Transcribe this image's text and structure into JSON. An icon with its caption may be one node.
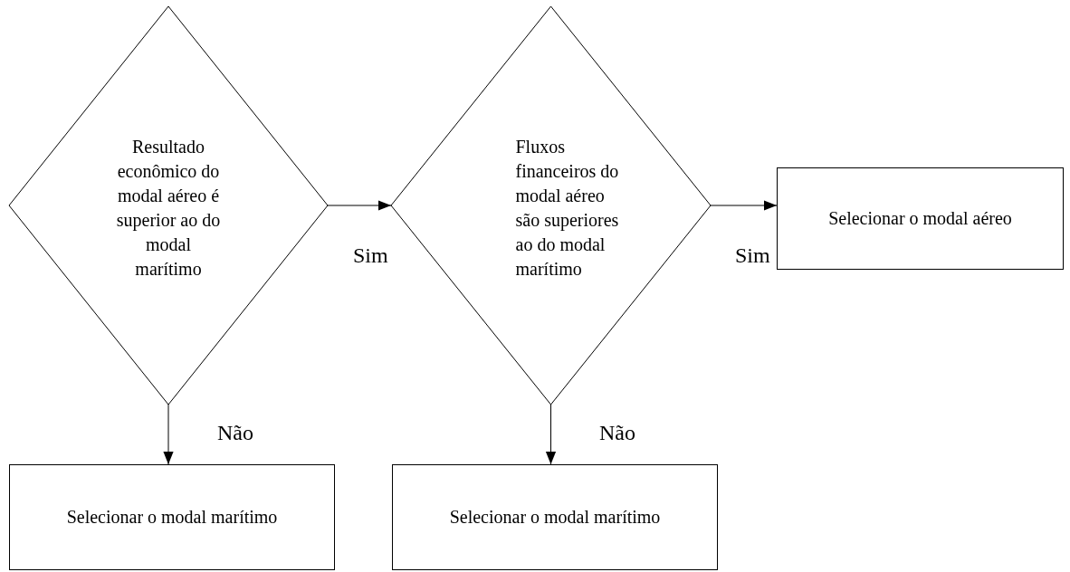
{
  "diagram": {
    "nodes": [
      {
        "text": [
          "Resultado econômico do modal aéreo é superior ao do modal marítimo"
        ]
      },
      {
        "text": [
          "Fluxos financeiros do modal aéreo são superiores ao do modal marítimo"
        ]
      },
      {
        "text": [
          "Selecionar o modal aéreo"
        ]
      },
      {
        "text": [
          "Selecionar o modal marítimo"
        ]
      },
      {
        "text": [
          "Selecionar o modal marítimo"
        ]
      }
    ],
    "edges": [
      {
        "from": 0,
        "to": 1,
        "arrow": "to",
        "label": "Sim"
      },
      {
        "from": 1,
        "to": 2,
        "arrow": "to",
        "label": "Sim"
      },
      {
        "from": 0,
        "to": 3,
        "arrow": "to",
        "label": "Não"
      },
      {
        "from": 1,
        "to": 4,
        "arrow": "to",
        "label": "Não"
      }
    ]
  }
}
